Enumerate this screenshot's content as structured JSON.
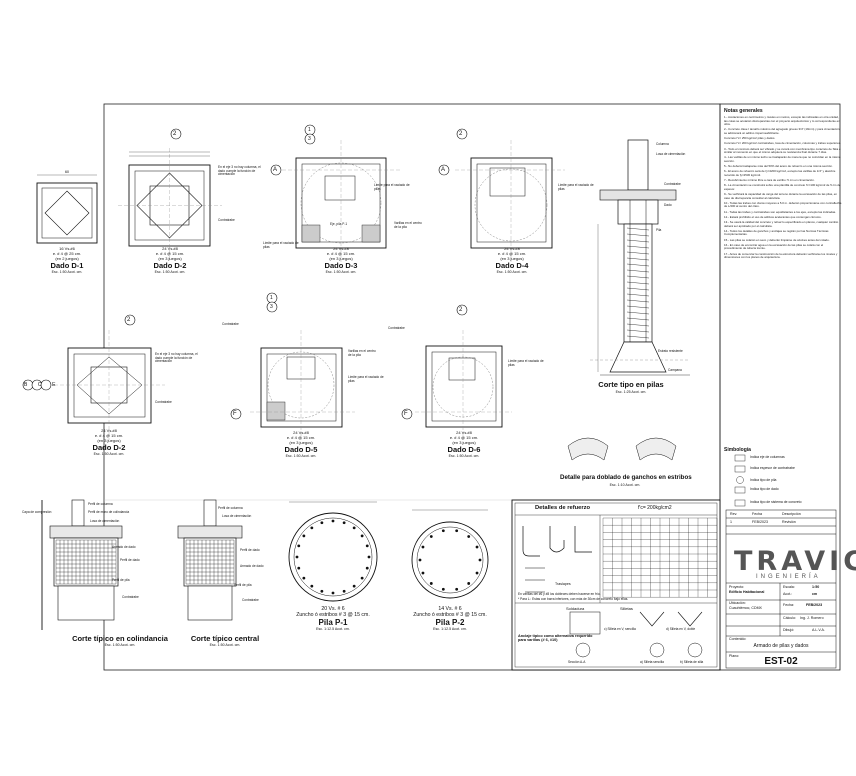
{
  "dados": [
    {
      "id": "d1",
      "title": "Dado D-1",
      "spec1": "16 Vs.#6",
      "spec2": "e. # 4 @ 25 cm.",
      "spec3": "(en 2 juegos)",
      "scale": "Esc. 1:50 Acot. cm."
    },
    {
      "id": "d2a",
      "title": "Dado D-2",
      "spec1": "24 Vs.#8",
      "spec2": "e. # 4 @ 15 cm.",
      "spec3": "(en 3 juegos)",
      "scale": "Esc. 1:50 Acot. cm."
    },
    {
      "id": "d3",
      "title": "Dado D-3",
      "spec1": "24 Vs.#8",
      "spec2": "e. # 4 @ 15 cm.",
      "spec3": "(en 3 juegos)",
      "scale": "Esc. 1:50 Acot. cm."
    },
    {
      "id": "d4",
      "title": "Dado D-4",
      "spec1": "24 Vs.#8",
      "spec2": "e. # 4 @ 15 cm.",
      "spec3": "(en 3 juegos)",
      "scale": "Esc. 1:50 Acot. cm."
    },
    {
      "id": "d2b",
      "title": "Dado D-2",
      "spec1": "24 Vs.#8",
      "spec2": "e. # 4 @ 15 cm.",
      "spec3": "(en 3 juegos)",
      "scale": "Esc. 1:50 Acot. cm."
    },
    {
      "id": "d5",
      "title": "Dado D-5",
      "spec1": "24 Vs.#8",
      "spec2": "e. # 4 @ 15 cm.",
      "spec3": "(en 3 juegos)",
      "scale": "Esc. 1:50 Acot. cm."
    },
    {
      "id": "d6",
      "title": "Dado D-6",
      "spec1": "24 Vs.#8",
      "spec2": "e. # 4 @ 15 cm.",
      "spec3": "(en 3 juegos)",
      "scale": "Esc. 1:50 Acot. cm."
    }
  ],
  "axes": {
    "two": "2",
    "one": "1",
    "three": "3",
    "a": "A",
    "f": "F",
    "bce": "B C E"
  },
  "plan_labels": {
    "contratrabe": "Contratrabe",
    "limite": "Límite para el vaciado de pilas",
    "eje": "En el eje 3 no hay columna, el dado cumple la función de cimentación",
    "pila": "Eje, pila P-1",
    "varilla": "Varillas en el centro de la pila"
  },
  "corte_pilas": {
    "title": "Corte tipo en pilas",
    "scale": "Esc. 1:25 Acot. cm.",
    "labels": [
      "Columna",
      "Losa de cimentación",
      "Contratrabe",
      "Dado",
      "Pila",
      "Estrato resistente",
      "Campana"
    ]
  },
  "ganchos": {
    "title": "Detalle para doblado de ganchos en estribos",
    "scale": "Esc. 1:10 Acot. cm."
  },
  "cortes": [
    {
      "id": "colindancia",
      "title": "Corte típico en colindancia",
      "scale": "Esc. 1:50 Acot. cm."
    },
    {
      "id": "central",
      "title": "Corte típico central",
      "scale": "Esc. 1:50 Acot. cm."
    }
  ],
  "corte_labels": [
    "Perfil de columna",
    "Perfil de muro de colindancia",
    "Losa de cimentación",
    "Armado de dado",
    "Perfil de dado",
    "Perfil de pila",
    "Contratrabe",
    "Capa de compresión"
  ],
  "pilas": [
    {
      "id": "p1",
      "spec1": "20 Vs. # 6",
      "spec2": "Zuncho ó estribos # 3 @ 15 cm.",
      "title": "Pila P-1",
      "scale": "Esc. 1:12.5 Acot. cm."
    },
    {
      "id": "p2",
      "spec1": "14 Vs. # 6",
      "spec2": "Zuncho ó estribos # 3 @ 15 cm.",
      "title": "Pila P-2",
      "scale": "Esc. 1:12.5 Acot. cm."
    }
  ],
  "refuerzo": {
    "title": "Detalles de refuerzo",
    "fc": "f'c= 200kg/cm2",
    "traslapes": "Traslapes",
    "silletas": "Silletas",
    "soldadura": "Soldadura",
    "anclaje": "Anclaje típico como alternativa requerido para varillas (# 6, #10)",
    "seccion": "Sección A-A",
    "silleta_v": "c) Silleta en V, sencilla",
    "silleta_b": "d) Silleta en V, doble",
    "silleta_a": "a) Silleta sencilla",
    "silleta_c": "b) Silleta de silla",
    "note1": "En varillas del #6 y #8 los dobleces deben hacerse en frío.",
    "note2": "* Para L.: Estas con barra inferiores, con más de 30cm de concreto bajo ellas."
  },
  "notes": {
    "title": "Notas generales",
    "items": [
      "1.- Acotaciones en centímetros y niveles en metros, excepto las indicadas en otra unidad, las cotas se acotarán discrepancias con el proyecto arquitectónico y lo correspondiente en obra.",
      "2.- Concreto clase I tamaño máximo del agregado grueso 3/4\" (19mm) y para cimentación, se adicionará un aditivo impermeabilizante.",
      "Concreto f'c= 250 kg/cm2 pilas y dados.",
      "Concreto f'c= 200 kg/cm2 contratrabes, losa de cimentación, columnas y trabes superiores.",
      "3.- Todo el concreto deberá ser vibrado y se curará con membrana tipo curacreto de Sika o similar al momento en que el mismo adquiera su resistencia final durante 7 días.",
      "4.- Las varillas de un mismo lecho se traslaparán de manera que no coincidan en la misma sección.",
      "5.- No deberá traslaparse más del 50% del acero de refuerzo en una misma sección.",
      "6.- El acero de refuerzo será de fy=4200 kg/cm2, excepto las varillas de 1/4\" y alambre recocido de fy=2530 kg/cm2.",
      "7.- Recubrimiento mínimo libre a cara de estribo: 5 cm en cimentación.",
      "8.- La cimentación se construirá sobre una plantilla de concreto f'c=100 kg/cm2 de 5 cm de espesor.",
      "9.- Se verificará la capacidad de carga del terreno durante la excavación de las pilas, en caso de discrepancia consultar al calculista.",
      "10.- Todas las trabes con claros mayores a 5.0 m. deberán proporcionarse con contraflecha de L/400 al centro del claro.",
      "11.- Todas las trabes y contratrabes son equidistantes a los ejes, excepto las indicadas.",
      "12.- Estará prohibido el uso de aditivos acelerantes que contengan cloruros.",
      "13.- Se usará la calidad del concreto y refuerzo especificado en planos, cualquier cambio deberá ser aprobado por el calculista.",
      "14.- Todos los detalles de ganchos y anclajes se regirán por las Normas Técnicas Complementarias.",
      "15.- Las pilas se colarán en seco y deberán limpiarse de azolves antes del colado.",
      "16.- En caso de encontrar agua en la excavación de las pilas se colará con el procedimiento de tubería tremie.",
      "17.- Antes de comenzar la construcción de la estructura deberán verificarse los niveles y dimensiones con los planos de arquitectura."
    ]
  },
  "simbologia": {
    "title": "Simbología",
    "items": [
      "Indica eje de columnas",
      "Indica espesor de contratrabe",
      "Indica tipo de pila",
      "Indica tipo de dado",
      "Indica tipo de sistema de concreto"
    ]
  },
  "titleblock": {
    "brand": "TRAVIC",
    "brand_sub": "INGENIERÍA",
    "rev_labels": [
      "Rev.",
      "Fecha",
      "Descripción"
    ],
    "rev_row": [
      "1",
      "FEB/2023",
      "Revisión"
    ],
    "proyecto_label": "Proyecto:",
    "proyecto": "Edificio Habitacional",
    "ubicacion_label": "Ubicación:",
    "ubicacion": "Cuauhtémoc, CDMX",
    "escala_label": "Escala:",
    "escala": "1:50",
    "acot_label": "Acot.:",
    "acot": "cm",
    "fecha_label": "Fecha:",
    "fecha": "FEB/2023",
    "calculo_label": "Cálculo:",
    "calculo": "Ing. J. Romero",
    "dibujo_label": "Dibujó:",
    "dibujo": "A.L.V.A.",
    "contenido_label": "Contenido:",
    "contenido": "Armado de pilas y dados",
    "plano_label": "Plano:",
    "plano": "EST-02"
  }
}
